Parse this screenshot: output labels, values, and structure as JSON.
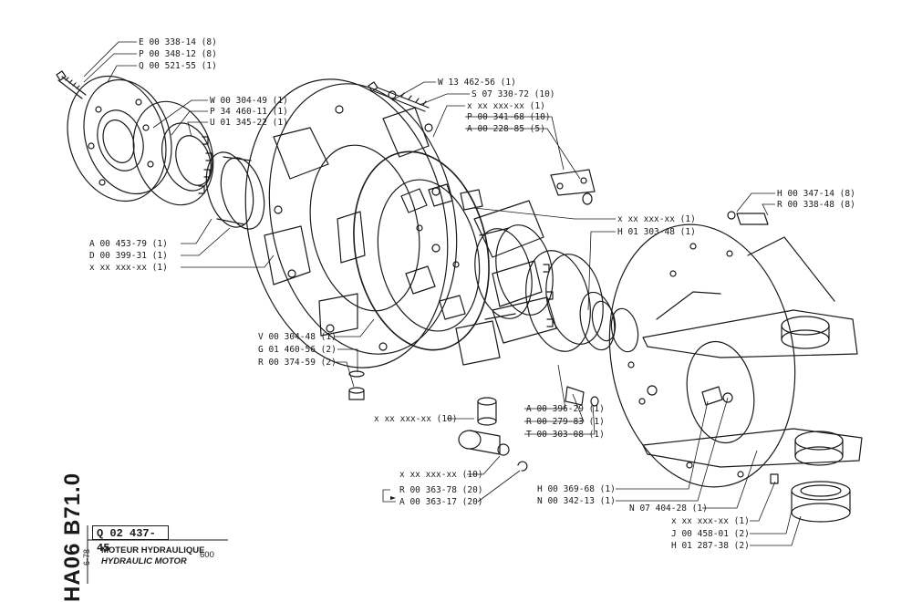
{
  "drawing": {
    "side_code": "HA06 B71.0",
    "side_date": "6-78",
    "ref_number": "Q 02 437-45",
    "title_fr": "MOTEUR HYDRAULIQUE",
    "title_en": "HYDRAULIC MOTOR",
    "revision": "600"
  },
  "labels": [
    "E 00 338-14 (8)",
    "P 00 348-12 (8)",
    "Q 00 521-55 (1)",
    "W 00 304-49 (1)",
    "P 34 460-11 (1)",
    "U 01 345-22 (1)",
    "A 00 453-79 (1)",
    "D 00 399-31 (1)",
    "x xx xxx-xx (1)",
    "W 13 462-56 (1)",
    "S 07 330-72 (10)",
    "x xx xxx-xx (1)",
    "P 00 341-68 (10)",
    "A 00 228-85 (5)",
    "x xx xxx-xx (1)",
    "H 01 303-48 (1)",
    "H 00 347-14 (8)",
    "R 00 338-48 (8)",
    "V 00 304-48 (1)",
    "G 01 460-56 (2)",
    "R 00 374-59 (2)",
    "x xx xxx-xx (10)",
    "A 00 396-29 (1)",
    "R 00 279-83 (1)",
    "T 00 303-08 (1)",
    "x xx xxx-xx (10)",
    "R 00 363-78 (20)",
    "A 00 363-17 (20)",
    "H 00 369-68 (1)",
    "N 00 342-13 (1)",
    "N 07 404-28 (1)",
    "x xx xxx-xx (1)",
    "J 00 458-01 (2)",
    "H 01 287-38 (2)"
  ]
}
